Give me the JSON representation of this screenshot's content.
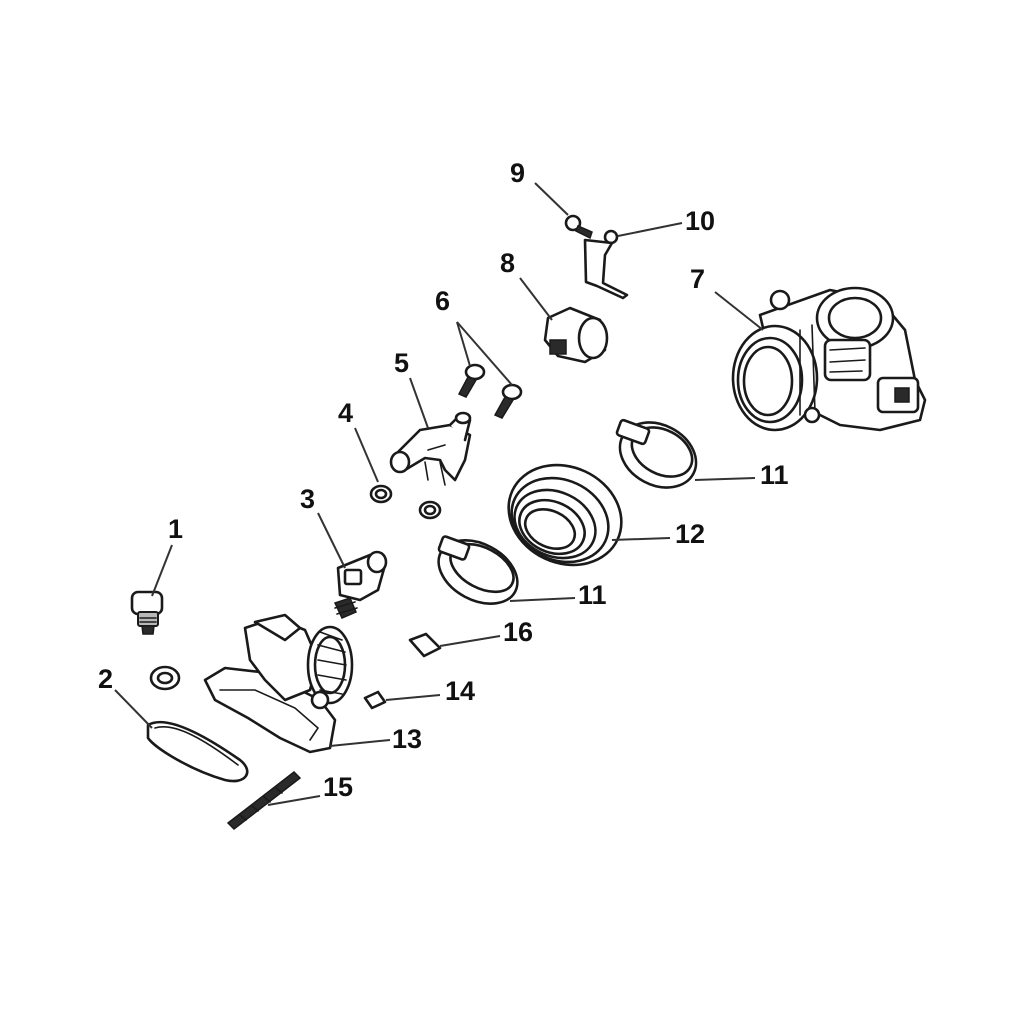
{
  "callouts": [
    {
      "id": "c1",
      "label": "1"
    },
    {
      "id": "c2",
      "label": "2"
    },
    {
      "id": "c3",
      "label": "3"
    },
    {
      "id": "c4",
      "label": "4"
    },
    {
      "id": "c5",
      "label": "5"
    },
    {
      "id": "c6",
      "label": "6"
    },
    {
      "id": "c7",
      "label": "7"
    },
    {
      "id": "c8",
      "label": "8"
    },
    {
      "id": "c9",
      "label": "9"
    },
    {
      "id": "c10",
      "label": "10"
    },
    {
      "id": "c11a",
      "label": "11"
    },
    {
      "id": "c11b",
      "label": "11"
    },
    {
      "id": "c12",
      "label": "12"
    },
    {
      "id": "c13",
      "label": "13"
    },
    {
      "id": "c14",
      "label": "14"
    },
    {
      "id": "c15",
      "label": "15"
    },
    {
      "id": "c16",
      "label": "16"
    }
  ]
}
